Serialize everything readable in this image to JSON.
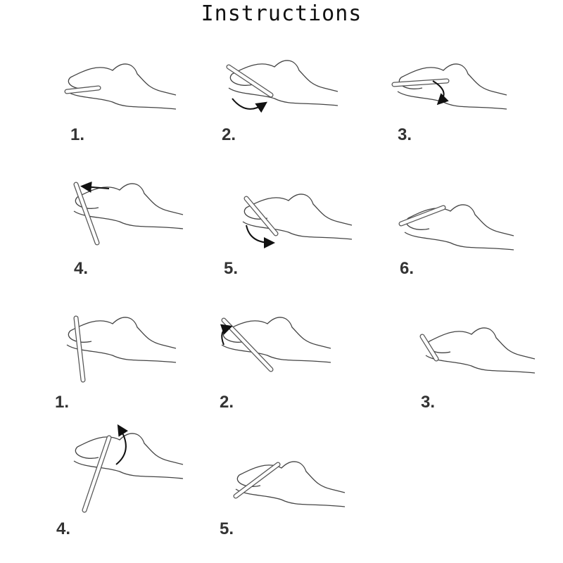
{
  "title": "Instructions",
  "steps": [
    {
      "label": "1.",
      "icon": "hand-holding-pen-icon"
    },
    {
      "label": "2.",
      "icon": "hand-rotate-pen-icon"
    },
    {
      "label": "3.",
      "icon": "hand-spin-pen-icon"
    },
    {
      "label": "4.",
      "icon": "hand-vertical-pen-icon"
    },
    {
      "label": "5.",
      "icon": "hand-rotate-pen-icon"
    },
    {
      "label": "6.",
      "icon": "hand-finish-pen-icon"
    },
    {
      "label": "1.",
      "icon": "hand-vertical-pen-icon"
    },
    {
      "label": "2.",
      "icon": "hand-tilt-pen-icon"
    },
    {
      "label": "3.",
      "icon": "hand-holding-pen-icon"
    },
    {
      "label": "4.",
      "icon": "hand-flip-pen-icon"
    },
    {
      "label": "5.",
      "icon": "hand-finish-pen-icon"
    }
  ]
}
